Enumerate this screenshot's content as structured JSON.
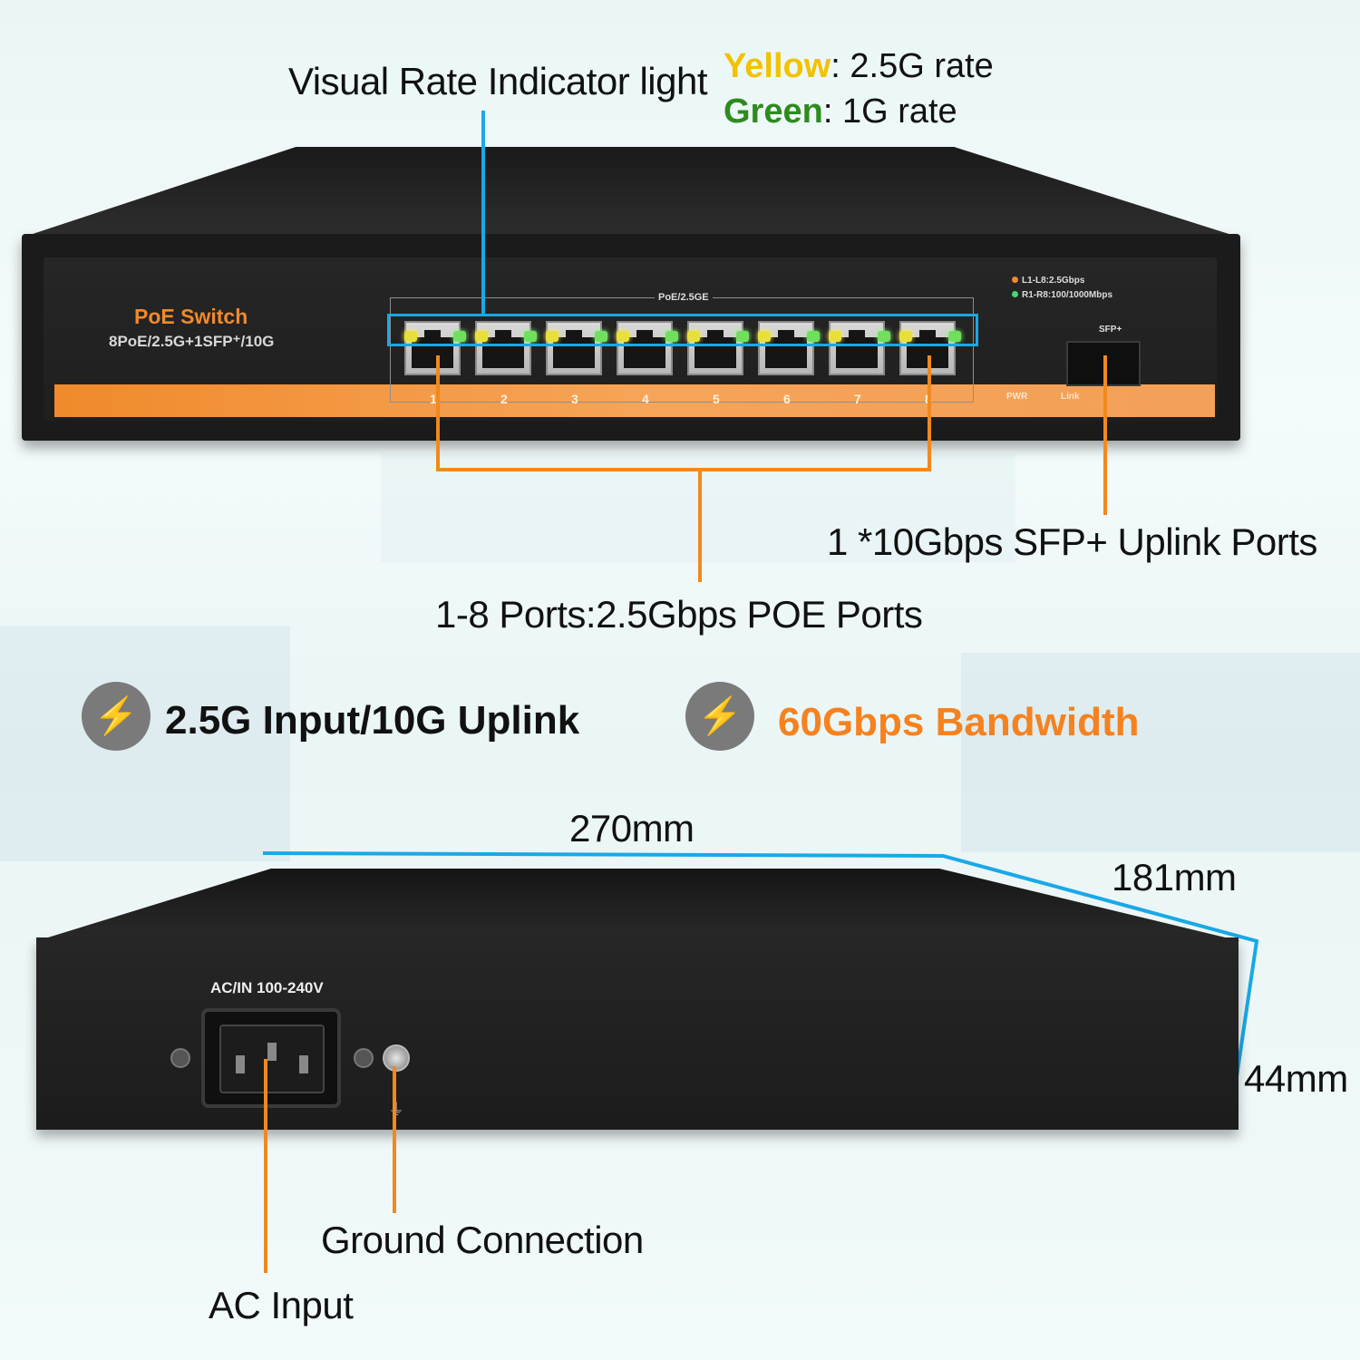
{
  "legend": {
    "yellow_word": "Yellow",
    "yellow_rest": ": 2.5G rate",
    "green_word": "Green",
    "green_rest": ": 1G rate",
    "yellow_color": "#f2c200",
    "green_color": "#2e8b1e"
  },
  "callouts": {
    "indicator": "Visual Rate Indicator light",
    "sfp": "1 *10Gbps SFP+ Uplink Ports",
    "poe_ports": "1-8 Ports:2.5Gbps POE Ports",
    "ground": "Ground Connection",
    "ac_input": "AC Input"
  },
  "front_panel": {
    "brand_title": "PoE Switch",
    "model": "8PoE/2.5G+1SFP⁺/10G",
    "group_label": "PoE/2.5GE",
    "led_legend_1": "L1-L8:2.5Gbps",
    "led_legend_2": "R1-R8:100/1000Mbps",
    "sfp_label": "SFP+",
    "pwr_label": "PWR",
    "link_label": "Link",
    "port_numbers": [
      "1",
      "2",
      "3",
      "4",
      "5",
      "6",
      "7",
      "8"
    ]
  },
  "features": [
    {
      "icon": "lightning-bolt-icon",
      "text": "2.5G Input/10G Uplink",
      "color": "#111111"
    },
    {
      "icon": "lightning-bolt-icon",
      "text": "60Gbps Bandwidth",
      "color": "#f5821f"
    }
  ],
  "dimensions": {
    "width": "270mm",
    "depth": "181mm",
    "height": "44mm"
  },
  "rear_panel": {
    "power_label": "AC/IN 100-240V"
  },
  "colors": {
    "accent_orange": "#f0891f",
    "accent_blue": "#1aa8e6",
    "strip_orange": "#f39a48"
  }
}
